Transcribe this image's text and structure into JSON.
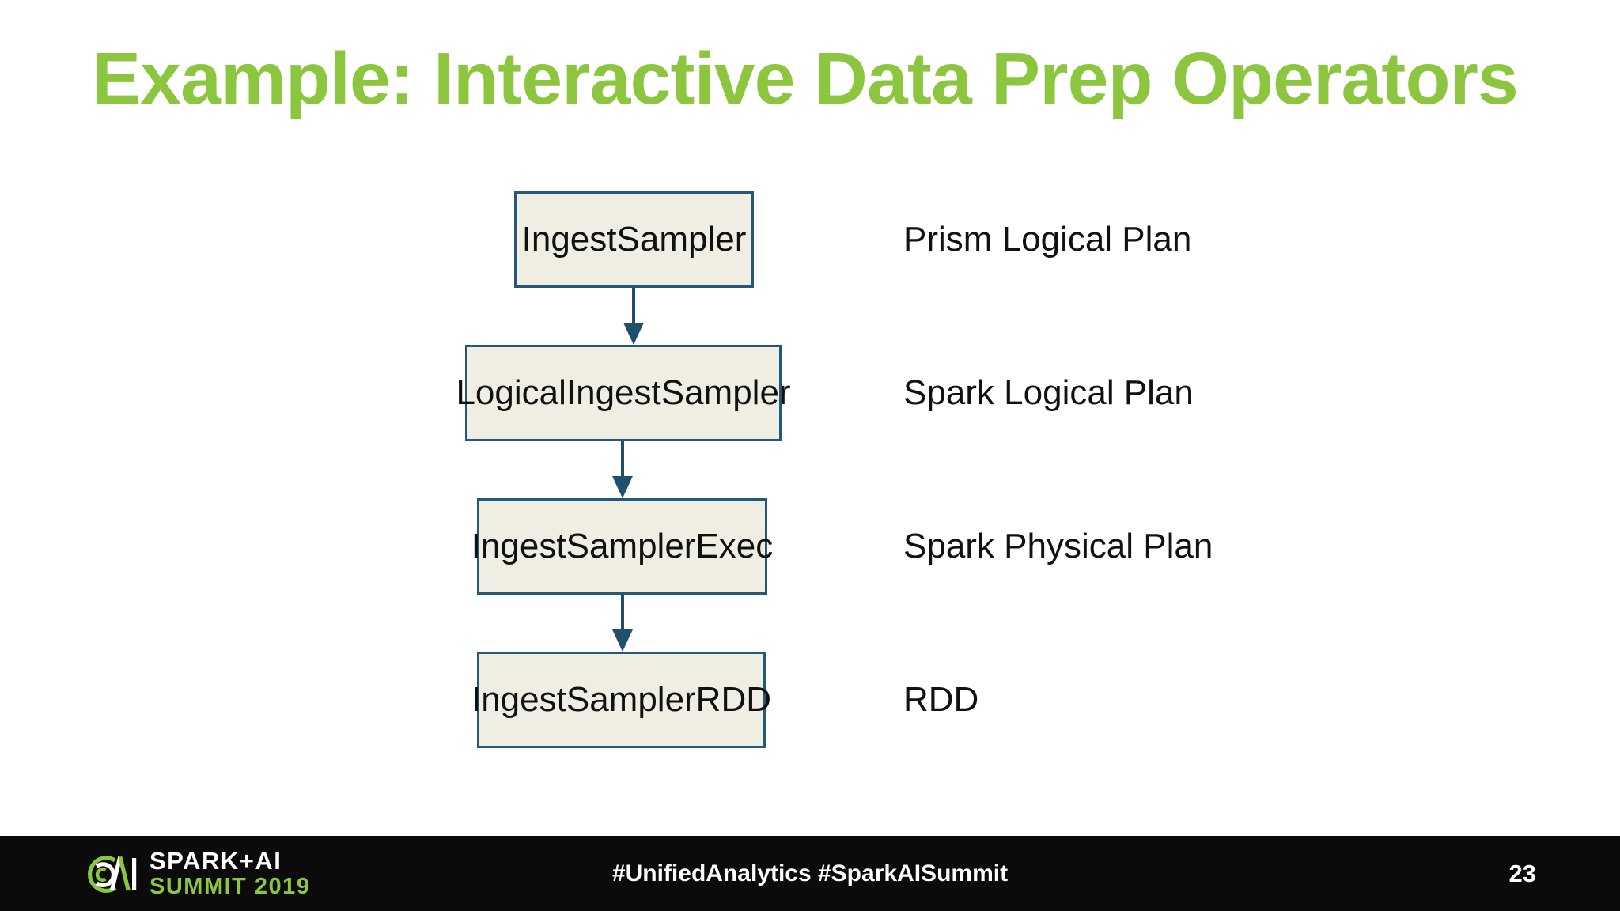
{
  "slide": {
    "title": "Example: Interactive Data Prep Operators"
  },
  "diagram": {
    "nodes": [
      {
        "label": "IngestSampler",
        "annotation": "Prism Logical Plan"
      },
      {
        "label": "LogicalIngestSampler",
        "annotation": "Spark Logical Plan"
      },
      {
        "label": "IngestSamplerExec",
        "annotation": "Spark Physical Plan"
      },
      {
        "label": "IngestSamplerRDD",
        "annotation": "RDD"
      }
    ],
    "edges": [
      {
        "from": "IngestSampler",
        "to": "LogicalIngestSampler"
      },
      {
        "from": "LogicalIngestSampler",
        "to": "IngestSamplerExec"
      },
      {
        "from": "IngestSamplerExec",
        "to": "IngestSamplerRDD"
      }
    ],
    "colors": {
      "title_green": "#8CC63F",
      "box_fill": "#F0EEE3",
      "box_border": "#26587A",
      "arrow": "#1F4F6B"
    }
  },
  "footer": {
    "logo": {
      "icon": "spark-ai-summit-logo",
      "line1": "SPARK+AI",
      "line2": "SUMMIT 2019"
    },
    "hashtags": "#UnifiedAnalytics #SparkAISummit",
    "page_number": "23",
    "background": "#0B0B0B"
  }
}
